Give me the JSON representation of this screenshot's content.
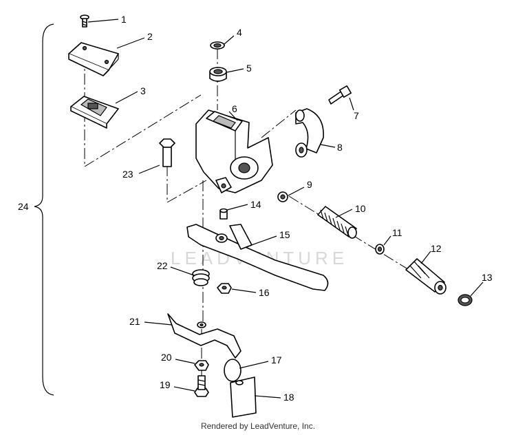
{
  "callouts": {
    "c1": "1",
    "c2": "2",
    "c3": "3",
    "c4": "4",
    "c5": "5",
    "c6": "6",
    "c7": "7",
    "c8": "8",
    "c9": "9",
    "c10": "10",
    "c11": "11",
    "c12": "12",
    "c13": "13",
    "c14": "14",
    "c15": "15",
    "c16": "16",
    "c17": "17",
    "c18": "18",
    "c19": "19",
    "c20": "20",
    "c21": "21",
    "c22": "22",
    "c23": "23",
    "c24": "24"
  },
  "watermark": "LEADVENTURE",
  "footer": "Rendered by LeadVenture, Inc."
}
